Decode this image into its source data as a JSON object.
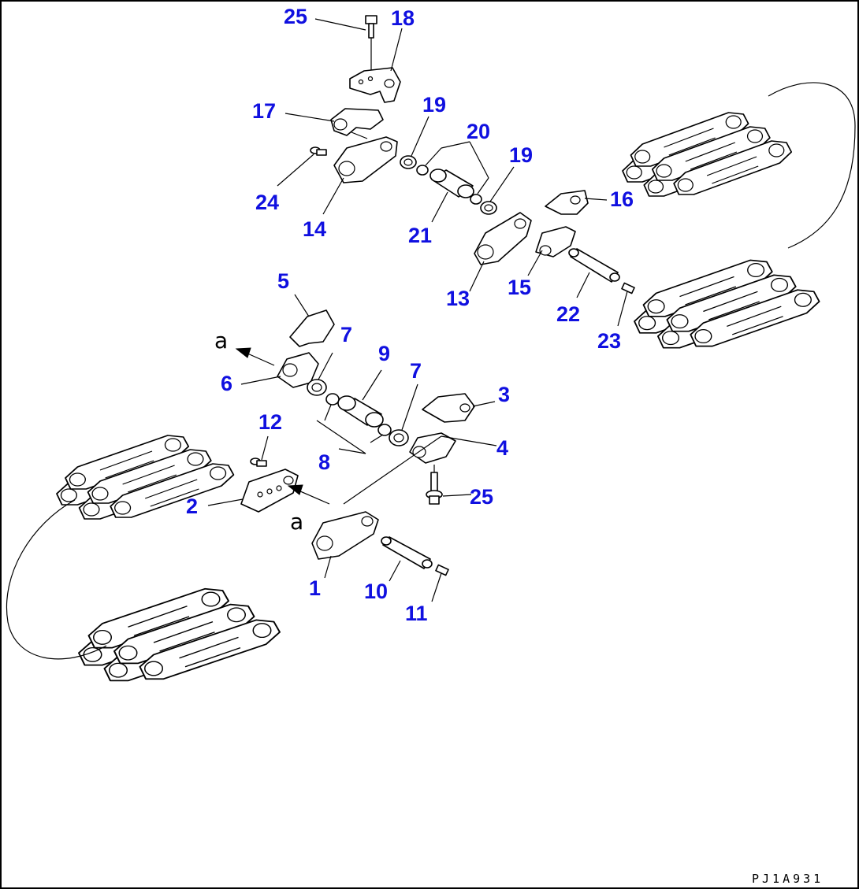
{
  "diagram": {
    "drawing_code": "PJ1A931",
    "view_marker": "a",
    "callouts": {
      "c1": "1",
      "c2": "2",
      "c3": "3",
      "c4": "4",
      "c5": "5",
      "c6": "6",
      "c7a": "7",
      "c7b": "7",
      "c8": "8",
      "c9": "9",
      "c10": "10",
      "c11": "11",
      "c12": "12",
      "c13": "13",
      "c14": "14",
      "c15": "15",
      "c16": "16",
      "c17": "17",
      "c18": "18",
      "c19a": "19",
      "c19b": "19",
      "c20": "20",
      "c21": "21",
      "c22": "22",
      "c23": "23",
      "c24": "24",
      "c25a": "25",
      "c25b": "25"
    },
    "colors": {
      "callout": "#1010e0",
      "line": "#000000",
      "background": "#ffffff"
    }
  }
}
